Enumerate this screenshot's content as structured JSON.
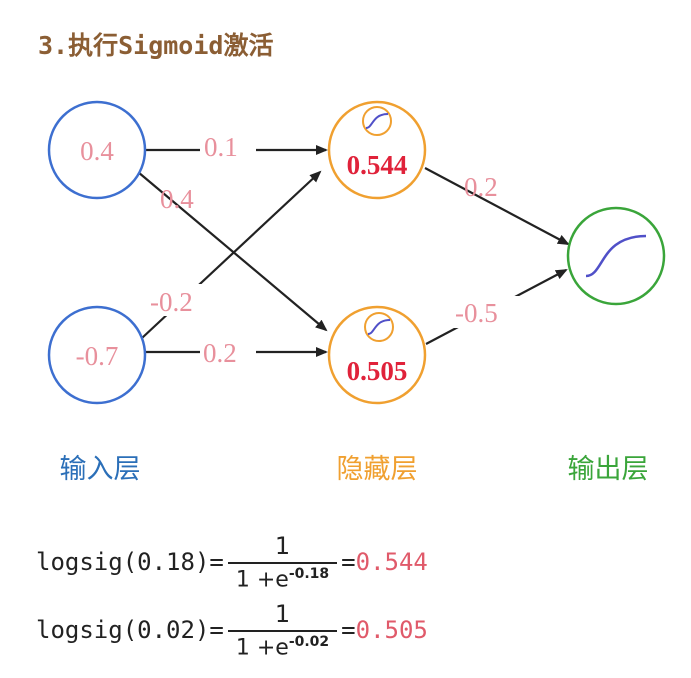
{
  "title": "3.执行Sigmoid激活",
  "nodes": {
    "input1": "0.4",
    "input2": "-0.7",
    "hidden1": "0.544",
    "hidden2": "0.505"
  },
  "weights": {
    "i1_h1": "0.1",
    "i1_h2": "0.4",
    "i2_h1": "-0.2",
    "i2_h2": "0.2",
    "h1_o": "0.2",
    "h2_o": "-0.5"
  },
  "layers": {
    "input": "输入层",
    "hidden": "隐藏层",
    "output": "输出层"
  },
  "formulas": [
    {
      "lhs": "logsig(0.18)",
      "eq1": "=",
      "num": "1",
      "den_base": "1 +e",
      "den_exp": "-0.18",
      "eq2": "=",
      "result": "0.544"
    },
    {
      "lhs": "logsig(0.02)",
      "eq1": "=",
      "num": "1",
      "den_base": "1 +e",
      "den_exp": "-0.02",
      "eq2": "=",
      "result": "0.505"
    }
  ],
  "colors": {
    "input": "#3d6fd0",
    "hidden": "#f0a030",
    "output": "#3aa53a",
    "weight_text": "#e8909c",
    "value_red": "#e0223a",
    "title": "#8b5e34"
  }
}
